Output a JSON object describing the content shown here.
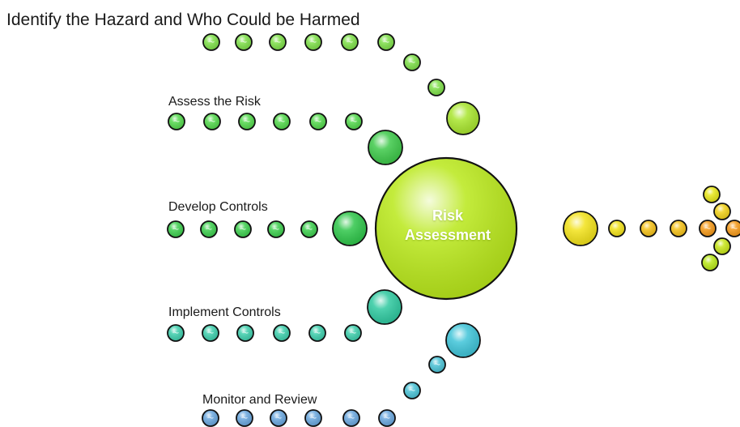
{
  "diagram": {
    "title": "Identify the Hazard and Who Could be Harmed",
    "center": {
      "line1": "Risk",
      "line2": "Assessment",
      "color": "#b9e81a"
    },
    "branches": [
      {
        "id": "identify",
        "label": "Identify the Hazard and Who Could be Harmed",
        "color": "#7fe04a"
      },
      {
        "id": "assess",
        "label": "Assess the Risk",
        "color": "#55d94e"
      },
      {
        "id": "develop",
        "label": "Develop Controls",
        "color": "#3ecf4f"
      },
      {
        "id": "implement",
        "label": "Implement Controls",
        "color": "#3fcfad"
      },
      {
        "id": "monitor",
        "label": "Monitor and Review",
        "color": "#6aa7de"
      }
    ],
    "output": {
      "colors": [
        "#f2e21a",
        "#f5c21a",
        "#f59a1a",
        "#b9e81a"
      ]
    }
  }
}
